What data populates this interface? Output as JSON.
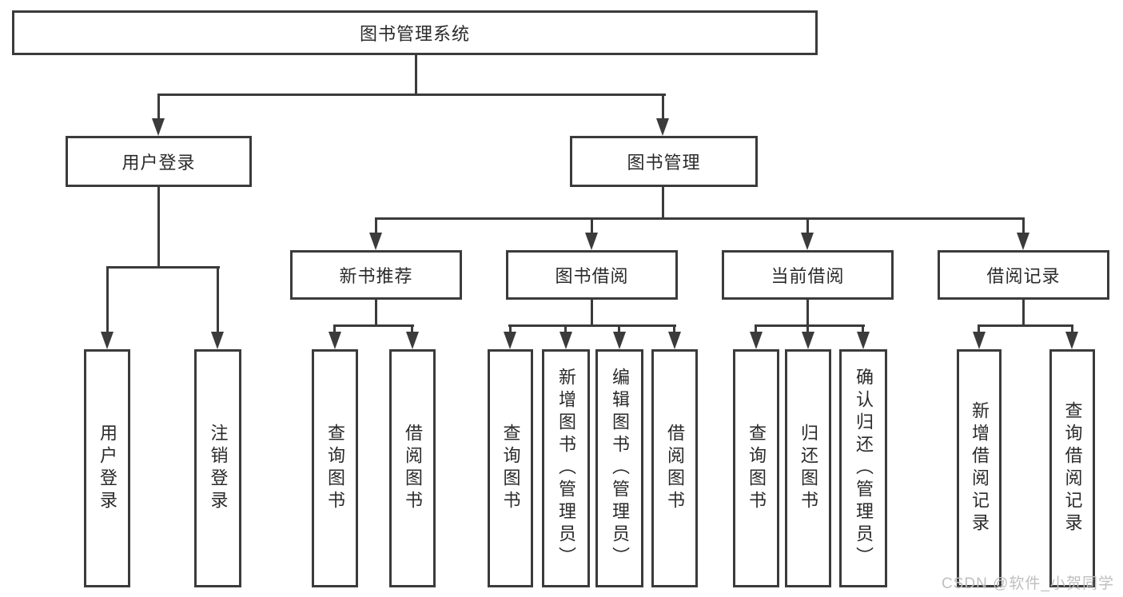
{
  "diagram": {
    "root": "图书管理系统",
    "level2": [
      "用户登录",
      "图书管理"
    ],
    "level3": [
      "新书推荐",
      "图书借阅",
      "当前借阅",
      "借阅记录"
    ],
    "leaves": {
      "user_login": [
        "用户登录",
        "注销登录"
      ],
      "new_book": [
        "查询图书",
        "借阅图书"
      ],
      "book_borrow": [
        "查询图书",
        "新增图书（管理员）",
        "编辑图书（管理员）",
        "借阅图书"
      ],
      "current_borrow": [
        "查询图书",
        "归还图书",
        "确认归还（管理员）"
      ],
      "borrow_records": [
        "新增借阅记录",
        "查询借阅记录"
      ]
    }
  },
  "watermark": "CSDN @软件_小贺同学",
  "colors": {
    "line": "#3b3b3b",
    "text": "#2a2a2a",
    "box_fill": "#ffffff",
    "watermark_text": "#bfbfbf"
  }
}
